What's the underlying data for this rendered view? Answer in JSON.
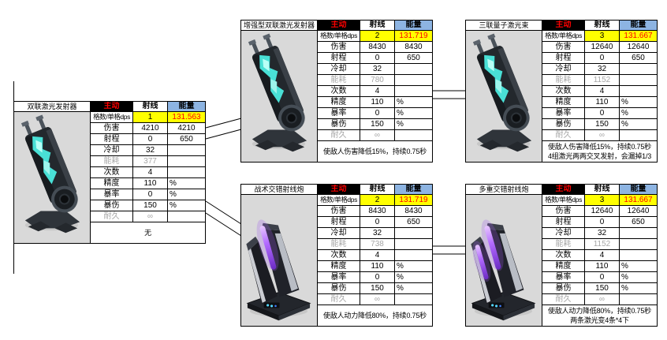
{
  "table": {
    "headers": [
      "主动",
      "射线",
      "能量"
    ],
    "row_labels": [
      "格数/单格dps",
      "伤害",
      "射程",
      "冷却",
      "能耗",
      "次数",
      "精度",
      "暴率",
      "暴伤",
      "耐久"
    ],
    "muted_rows": [
      4,
      9
    ],
    "highlight_row": 0
  },
  "panels": [
    {
      "title": "双联激光发射器",
      "icon": "twin-laser-turret-icon",
      "values": [
        [
          "1",
          "131.563"
        ],
        [
          "4210",
          "4210"
        ],
        [
          "0",
          "650"
        ],
        [
          "32",
          ""
        ],
        [
          "377",
          ""
        ],
        [
          "4",
          ""
        ],
        [
          "110",
          "%"
        ],
        [
          "0",
          "%"
        ],
        [
          "150",
          "%"
        ],
        [
          "∞",
          ""
        ]
      ],
      "description": "无"
    },
    {
      "title": "增强型双联激光发射器",
      "icon": "enhanced-twin-laser-turret-icon",
      "values": [
        [
          "2",
          "131.719"
        ],
        [
          "8430",
          "8430"
        ],
        [
          "0",
          "650"
        ],
        [
          "32",
          ""
        ],
        [
          "780",
          ""
        ],
        [
          "4",
          ""
        ],
        [
          "110",
          "%"
        ],
        [
          "0",
          "%"
        ],
        [
          "150",
          "%"
        ],
        [
          "∞",
          ""
        ]
      ],
      "description": "使敌人伤害降低15%，持续0.75秒"
    },
    {
      "title": "三联量子激光束",
      "icon": "triple-quantum-laser-turret-icon",
      "values": [
        [
          "3",
          "131.667"
        ],
        [
          "12640",
          "12640"
        ],
        [
          "0",
          "650"
        ],
        [
          "32",
          ""
        ],
        [
          "1152",
          ""
        ],
        [
          "4",
          ""
        ],
        [
          "110",
          "%"
        ],
        [
          "0",
          "%"
        ],
        [
          "150",
          "%"
        ],
        [
          "∞",
          ""
        ]
      ],
      "description": "使敌人伤害降低15%，持续0.75秒\n4组激光两两交叉发射，会漏掉1/3"
    },
    {
      "title": "战术交错射线炮",
      "icon": "tactical-cross-ray-cannon-icon",
      "values": [
        [
          "2",
          "131.719"
        ],
        [
          "8430",
          "8430"
        ],
        [
          "0",
          "650"
        ],
        [
          "32",
          ""
        ],
        [
          "738",
          ""
        ],
        [
          "4",
          ""
        ],
        [
          "110",
          "%"
        ],
        [
          "0",
          "%"
        ],
        [
          "150",
          "%"
        ],
        [
          "∞",
          ""
        ]
      ],
      "description": "使敌人动力降低80%，持续0.75秒"
    },
    {
      "title": "多重交错射线炮",
      "icon": "multi-cross-ray-cannon-icon",
      "values": [
        [
          "3",
          "131.667"
        ],
        [
          "12640",
          "12640"
        ],
        [
          "0",
          "650"
        ],
        [
          "32",
          ""
        ],
        [
          "1152",
          ""
        ],
        [
          "4",
          ""
        ],
        [
          "110",
          "%"
        ],
        [
          "0",
          "%"
        ],
        [
          "150",
          "%"
        ],
        [
          "∞",
          ""
        ]
      ],
      "description": "使敌人动力降低80%，持续0.75秒\n两条激光变4条*4下"
    }
  ],
  "colors": {
    "active_header_bg": "#000000",
    "active_header_text": "#FF0000",
    "energy_header_bg": "#8DB4E2",
    "highlight_row_bg": "#FFFF00",
    "dps_value_text": "#FF0000",
    "muted_text": "#A6A6A6",
    "image_bg": "#D9D9D9",
    "cyan_glow": "#49E0D6",
    "purple_glow": "#A05CF0"
  }
}
